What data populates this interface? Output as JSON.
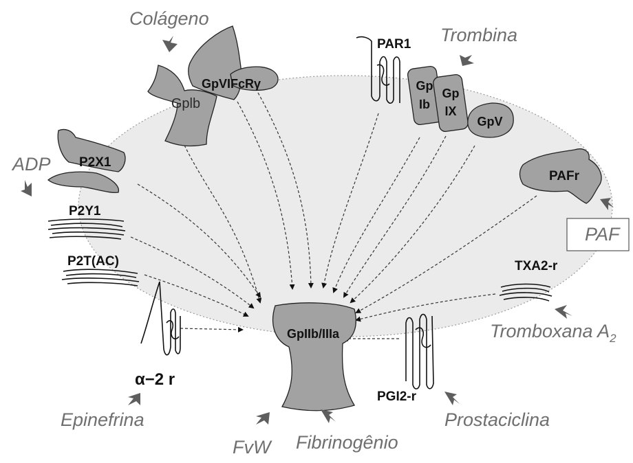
{
  "colors": {
    "cell": "#ebebeb",
    "receptor": "#a2a2a2",
    "ligand_text": "#6f6f6f",
    "arrow": "#5e5e5e"
  },
  "ligands": {
    "collagen": "Colágeno",
    "thrombin": "Trombina",
    "adp": "ADP",
    "paf": "PAF",
    "thromboxane": "Tromboxana A",
    "thromboxane_sub": "2",
    "epinephrine": "Epinefrina",
    "prostacyclin": "Prostaciclina",
    "vwf": "FvW",
    "fibrinogen": "Fibrinogênio"
  },
  "receptors": {
    "gpvi_fcr": "GpVIFcRγ",
    "gpib_left": "Gplb",
    "par1": "PAR1",
    "gpib_top": "Gp",
    "gpib_bottom": "Ib",
    "gpix_top": "Gp",
    "gpix_bottom": "IX",
    "gpv": "GpV",
    "p2x1": "P2X1",
    "p2y1": "P2Y1",
    "p2t": "P2T(AC)",
    "pafr": "PAFr",
    "txa2r": "TXA2-r",
    "alpha2r": "α−2 r",
    "pgi2r": "PGI2-r",
    "gpiib_iiia": "GpIIb/IIIa"
  }
}
